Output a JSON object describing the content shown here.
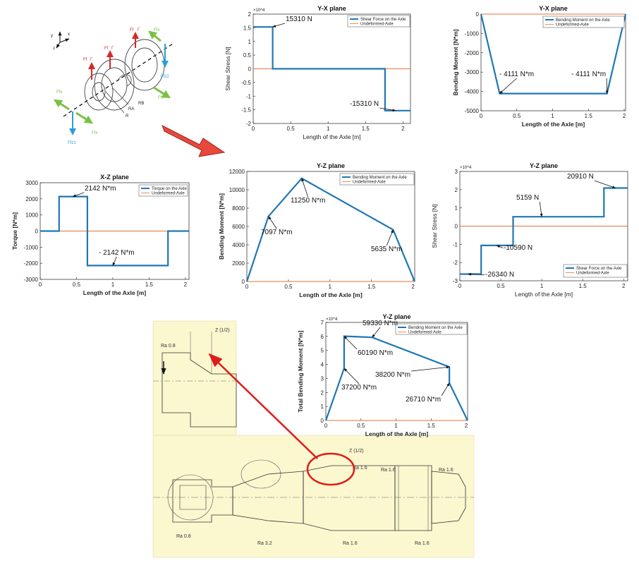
{
  "colors": {
    "series": "#1f77b4",
    "undeformed": "#e3743a",
    "arrow": "#e8473c",
    "force_red": "#d62728",
    "force_blue": "#2a9fd6",
    "force_green": "#7ac143",
    "drawing_bg": "#fbf7cf",
    "callout": "#e01b1b"
  },
  "diagram": {
    "axes_labels": [
      "y",
      "x",
      "z"
    ],
    "forces": [
      "Ffx",
      "Ffx",
      "Ffx",
      "Ffx",
      "Ffz1",
      "Ffz2",
      "Ff",
      "Γ",
      "Ff",
      "Γ",
      "Ff",
      "Γ"
    ],
    "radii": [
      "R",
      "RA",
      "RB"
    ]
  },
  "drawing": {
    "detail_label": "Z (1/2)",
    "callout": "Z (1/2)",
    "roughness": [
      "Ra 0.8",
      "Ra 0.8",
      "Ra 1.6",
      "Ra 1.6",
      "Ra 1.6",
      "Ra 3.2",
      "Ra 1.6",
      "Ra 1.6"
    ]
  },
  "chart_data": [
    {
      "id": "yx-shear",
      "type": "line",
      "title": "Y-X plane",
      "xlabel": "Length of the Axle [m]",
      "ylabel": "Shear Stress [N]",
      "xlim": [
        0,
        2.1
      ],
      "ylim": [
        -2,
        2
      ],
      "y_exponent": "×10^4",
      "xticks": [
        "0",
        "0.5",
        "1",
        "1.5",
        "2"
      ],
      "yticks": [
        "-2",
        "-1.5",
        "-1",
        "-0.5",
        "0",
        "0.5",
        "1",
        "1.5",
        "2"
      ],
      "legend_position": "top-right",
      "series": [
        {
          "name": "Shear Force on the Axle",
          "x": [
            0,
            0.26,
            0.26,
            1.76,
            1.76,
            2.1
          ],
          "y": [
            1.531,
            1.531,
            0,
            0,
            -1.531,
            -1.531
          ]
        },
        {
          "name": "Undeformed-Axle",
          "x": [
            0,
            2.1
          ],
          "y": [
            0,
            0
          ]
        }
      ],
      "annotations": [
        {
          "text": "15310 N",
          "x": 0.26,
          "y": 1.531
        },
        {
          "text": "-15310 N",
          "x": 1.9,
          "y": -1.531
        }
      ]
    },
    {
      "id": "yx-moment",
      "type": "line",
      "title": "Y-X plane",
      "xlabel": "Length of the Axle [m]",
      "ylabel": "Bending Moment [N*m]",
      "xlim": [
        0,
        2.02
      ],
      "ylim": [
        -5000,
        0
      ],
      "xticks": [
        "0",
        "0.5",
        "1",
        "1.5",
        "2"
      ],
      "yticks": [
        "-5000",
        "-4000",
        "-3000",
        "-2000",
        "-1000",
        "0"
      ],
      "legend_position": "top-right",
      "series": [
        {
          "name": "Bending Moment on the Axle",
          "x": [
            0,
            0.26,
            1.76,
            2.02
          ],
          "y": [
            0,
            -4111,
            -4111,
            0
          ]
        },
        {
          "name": "Undeformed-Axle",
          "x": [
            0,
            2.02
          ],
          "y": [
            0,
            0
          ]
        }
      ],
      "annotations": [
        {
          "text": "- 4111 N*m",
          "x": 0.26,
          "y": -4111
        },
        {
          "text": "- 4111 N*m",
          "x": 1.76,
          "y": -4111
        }
      ]
    },
    {
      "id": "xz-torque",
      "type": "line",
      "title": "X-Z plane",
      "xlabel": "Length of the Axle [m]",
      "ylabel": "Torque [N*m]",
      "xlim": [
        0,
        2.05
      ],
      "ylim": [
        -3000,
        3000
      ],
      "xticks": [
        "0",
        "0.5",
        "1",
        "1.5",
        "2"
      ],
      "yticks": [
        "-3000",
        "-2000",
        "-1000",
        "0",
        "1000",
        "2000",
        "3000"
      ],
      "legend_position": "top-right",
      "series": [
        {
          "name": "Torque on the Axle",
          "x": [
            0,
            0.26,
            0.26,
            0.65,
            0.65,
            1.76,
            1.76,
            2.05
          ],
          "y": [
            0,
            0,
            2142,
            2142,
            -2142,
            -2142,
            0,
            0
          ]
        },
        {
          "name": "Undeformed-Axle",
          "x": [
            0,
            2.05
          ],
          "y": [
            0,
            0
          ]
        }
      ],
      "annotations": [
        {
          "text": "2142 N*m",
          "x": 0.45,
          "y": 2142
        },
        {
          "text": "- 2142 N*m",
          "x": 1.0,
          "y": -2142
        }
      ]
    },
    {
      "id": "yz-moment",
      "type": "line",
      "title": "Y-Z plane",
      "xlabel": "Length of the Axle [m]",
      "ylabel": "Bending Moment [N*m]",
      "xlim": [
        0,
        2.02
      ],
      "ylim": [
        0,
        12000
      ],
      "xticks": [
        "0",
        "0.5",
        "1",
        "1.5",
        "2"
      ],
      "yticks": [
        "0",
        "2000",
        "4000",
        "6000",
        "8000",
        "10000",
        "12000"
      ],
      "legend_position": "top-right",
      "series": [
        {
          "name": "Bending Moment on the Axle",
          "x": [
            0,
            0.26,
            0.66,
            1.76,
            2.02
          ],
          "y": [
            0,
            7097,
            11250,
            5635,
            0
          ]
        },
        {
          "name": "Undeformed-Axle",
          "x": [
            0,
            2.02
          ],
          "y": [
            0,
            0
          ]
        }
      ],
      "annotations": [
        {
          "text": "11250 N*m",
          "x": 0.66,
          "y": 11250
        },
        {
          "text": "7097 N*m",
          "x": 0.26,
          "y": 7097
        },
        {
          "text": "5635 N*m",
          "x": 1.76,
          "y": 5635
        }
      ]
    },
    {
      "id": "yz-shear",
      "type": "line",
      "title": "Y-Z plane",
      "xlabel": "Length of the Axle [m]",
      "ylabel": "Shear Stress [N]",
      "xlim": [
        0,
        2.05
      ],
      "ylim": [
        -3,
        3
      ],
      "y_exponent": "×10^4",
      "xticks": [
        "0",
        "0.5",
        "1",
        "1.5",
        "2"
      ],
      "yticks": [
        "-3",
        "-2",
        "-1",
        "0",
        "1",
        "2",
        "3"
      ],
      "legend_position": "bottom-right",
      "series": [
        {
          "name": "Shear Force on the Axle",
          "x": [
            0,
            0.26,
            0.26,
            0.65,
            0.65,
            1.76,
            1.76,
            2.05
          ],
          "y": [
            -2.634,
            -2.634,
            -1.059,
            -1.059,
            0.5159,
            0.5159,
            2.091,
            2.091
          ]
        },
        {
          "name": "Undeformed-Axle",
          "x": [
            0,
            2.05
          ],
          "y": [
            0,
            0
          ]
        }
      ],
      "annotations": [
        {
          "text": "20910 N",
          "x": 1.9,
          "y": 2.091
        },
        {
          "text": "5159 N",
          "x": 1.0,
          "y": 0.5159
        },
        {
          "text": "-10590 N",
          "x": 0.45,
          "y": -1.059
        },
        {
          "text": "-26340 N",
          "x": 0.1,
          "y": -2.634
        }
      ]
    },
    {
      "id": "yz-total",
      "type": "line",
      "title": "Y-Z plane",
      "xlabel": "Length of the Axle [m]",
      "ylabel": "Total Bending Moment [N*m]",
      "xlim": [
        0,
        2.02
      ],
      "ylim": [
        0,
        7
      ],
      "y_exponent": "×10^4",
      "xticks": [
        "0",
        "0.5",
        "1",
        "1.5",
        "2"
      ],
      "yticks": [
        "0",
        "1",
        "2",
        "3",
        "4",
        "5",
        "6",
        "7"
      ],
      "legend_position": "top-right",
      "series": [
        {
          "name": "Bending Moment on the Axle",
          "x": [
            0,
            0.26,
            0.26,
            0.66,
            1.76,
            1.76,
            2.02
          ],
          "y": [
            0,
            3.72,
            6.019,
            5.933,
            3.82,
            2.671,
            0
          ]
        },
        {
          "name": "Undeformed-Axle",
          "x": [
            0,
            2.02
          ],
          "y": [
            0,
            0
          ]
        }
      ],
      "annotations": [
        {
          "text": "59330 N*m",
          "x": 0.66,
          "y": 5.933
        },
        {
          "text": "60190 N*m",
          "x": 0.26,
          "y": 6.019
        },
        {
          "text": "38200 N*m",
          "x": 1.76,
          "y": 3.82
        },
        {
          "text": "37200 N*m",
          "x": 0.26,
          "y": 3.72
        },
        {
          "text": "26710 N*m",
          "x": 1.76,
          "y": 2.671
        }
      ]
    }
  ]
}
